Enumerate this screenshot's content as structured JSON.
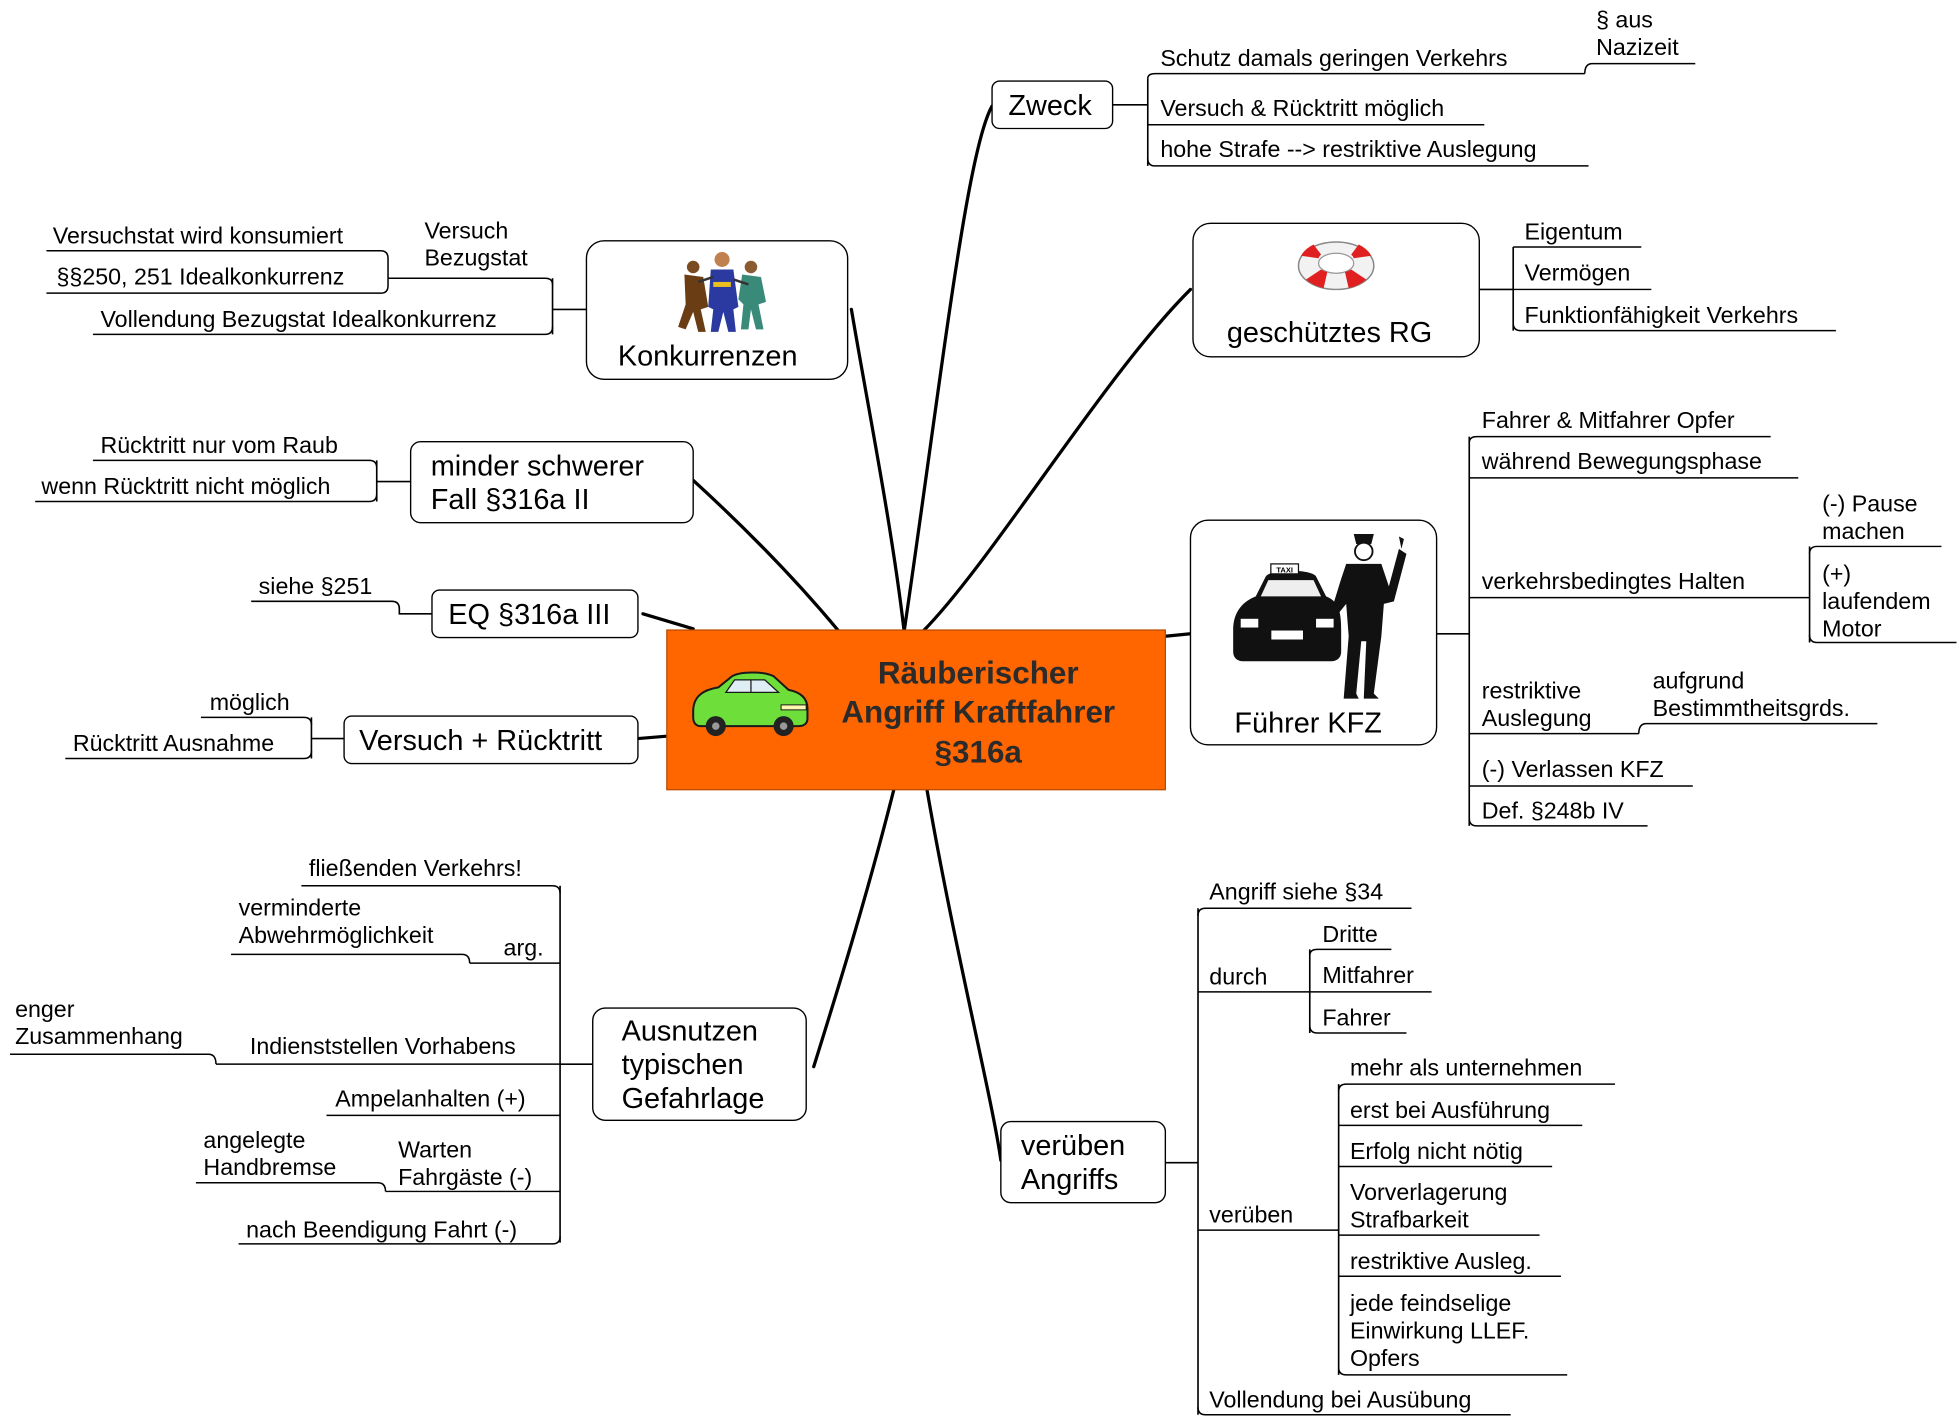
{
  "center": {
    "lines": [
      "Räuberischer",
      "Angriff Kraftfahrer",
      "§316a"
    ],
    "color": "#FF6600",
    "icon": "car-icon"
  },
  "branches": {
    "zweck": {
      "label": "Zweck",
      "items": {
        "schutz": "Schutz damals geringen Verkehrs",
        "nazizeit": [
          "§ aus",
          "Nazizeit"
        ],
        "versuch": "Versuch & Rücktritt möglich",
        "strafe": "hohe Strafe --> restriktive Auslegung"
      }
    },
    "rg": {
      "label": "geschütztes RG",
      "icon": "lifebuoy-icon",
      "items": [
        "Eigentum",
        "Vermögen",
        "Funktionfähigkeit Verkehrs"
      ]
    },
    "kfz": {
      "label": "Führer KFZ",
      "icon": "taxi-driver-icon",
      "taxi_sign": "TAXI",
      "items": {
        "opfer": "Fahrer & Mitfahrer Opfer",
        "bewegung": "während Bewegungsphase",
        "halten": "verkehrsbedingtes Halten",
        "pause": [
          "(-) Pause",
          "machen"
        ],
        "motor": [
          "(+)",
          "laufendem",
          "Motor"
        ],
        "restriktiv": [
          "restriktive",
          "Auslegung"
        ],
        "bestimmt": [
          "aufgrund",
          "Bestimmtheitsgrds."
        ],
        "verlassen": "(-) Verlassen KFZ",
        "def": "Def. §248b IV"
      }
    },
    "angriff": {
      "label": [
        "verüben",
        "Angriffs"
      ],
      "items": {
        "siehe34": "Angriff siehe §34",
        "durch": "durch",
        "dritte": "Dritte",
        "mitfahrer": "Mitfahrer",
        "fahrer": "Fahrer",
        "veruben": "verüben",
        "mehr": "mehr als unternehmen",
        "erst": "erst bei Ausführung",
        "erfolg": "Erfolg nicht nötig",
        "vorverlagerung": [
          "Vorverlagerung",
          "Strafbarkeit"
        ],
        "restriktiv": "restriktive Ausleg.",
        "jede": [
          "jede feindselige",
          "Einwirkung LLEF.",
          "Opfers"
        ],
        "vollendung": "Vollendung bei Ausübung"
      }
    },
    "ausnutzen": {
      "label": [
        "Ausnutzen",
        "typischen",
        "Gefahrlage"
      ],
      "items": {
        "fliessend": "fließenden Verkehrs!",
        "vermindert": [
          "verminderte",
          "Abwehrmöglichkeit"
        ],
        "arg": "arg.",
        "enger": [
          "enger",
          "Zusammenhang"
        ],
        "indienst": "Indienststellen Vorhabens",
        "ampel": "Ampelanhalten (+)",
        "handbremse": [
          "angelegte",
          "Handbremse"
        ],
        "warten": [
          "Warten",
          "Fahrgäste (-)"
        ],
        "beendigung": "nach Beendigung Fahrt (-)"
      }
    },
    "konkurrenzen": {
      "label": "Konkurrenzen",
      "icon": "people-fighting-icon",
      "items": {
        "bezug": [
          "Versuch",
          "Bezugstat"
        ],
        "konsumiert": "Versuchstat wird konsumiert",
        "ideal1": "§§250, 251 Idealkonkurrenz",
        "ideal2": "Vollendung Bezugstat Idealkonkurrenz"
      }
    },
    "minder": {
      "label": [
        "minder schwerer",
        "Fall §316a II"
      ],
      "items": [
        "Rücktritt nur vom Raub",
        "wenn Rücktritt nicht möglich"
      ]
    },
    "eq": {
      "label": "EQ §316a III",
      "items": [
        "siehe §251"
      ]
    },
    "versuch": {
      "label": "Versuch + Rücktritt",
      "items": [
        "möglich",
        "Rücktritt Ausnahme"
      ]
    }
  }
}
